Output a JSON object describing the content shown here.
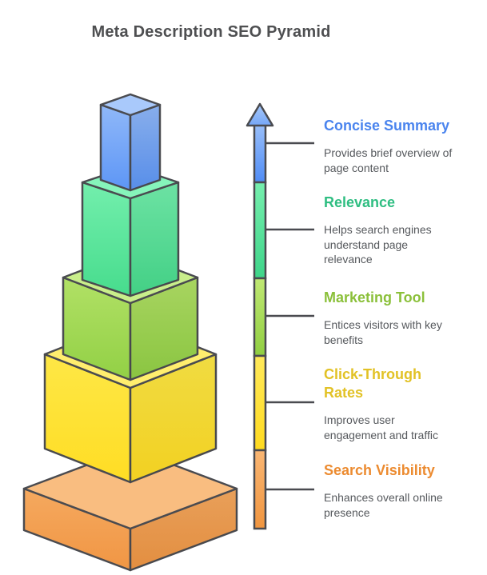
{
  "title": "Meta Description SEO Pyramid",
  "items": [
    {
      "heading": "Concise Summary",
      "heading_color": "#4a84ee",
      "description": "Provides brief overview of\npage content"
    },
    {
      "heading": "Relevance",
      "heading_color": "#2fbe82",
      "description": "Helps search engines\nunderstand page\nrelevance"
    },
    {
      "heading": "Marketing Tool",
      "heading_color": "#8bc03a",
      "description": "Entices visitors with key\nbenefits"
    },
    {
      "heading": "Click-Through\nRates",
      "heading_color": "#e2c226",
      "description": "Improves user\nengagement and traffic"
    },
    {
      "heading": "Search Visibility",
      "heading_color": "#ec8b30",
      "description": "Enhances overall online\npresence"
    }
  ],
  "pyramid": {
    "levels": [
      {
        "name": "concise-summary",
        "top_face": "#a9c9fb",
        "side_light": "#96bcf9",
        "side_dark": "#5d96f6"
      },
      {
        "name": "relevance",
        "top_face": "#86f4bb",
        "side_light": "#79f1b1",
        "side_dark": "#47dc8d"
      },
      {
        "name": "marketing-tool",
        "top_face": "#c9ee8b",
        "side_light": "#b9e56e",
        "side_dark": "#92d045"
      },
      {
        "name": "click-through-rates",
        "top_face": "#ffee6e",
        "side_light": "#fdea4f",
        "side_dark": "#ffdd24"
      },
      {
        "name": "search-visibility",
        "top_face": "#f9bd80",
        "side_light": "#f8b26c",
        "side_dark": "#f09644"
      }
    ],
    "outline_color": "#4a4b50"
  },
  "scale": {
    "segments": [
      {
        "name": "concise-summary",
        "light": "#9fc3fa",
        "dark": "#4f8cf5"
      },
      {
        "name": "relevance",
        "light": "#76efae",
        "dark": "#3ed489"
      },
      {
        "name": "marketing-tool",
        "light": "#c0e873",
        "dark": "#90ce41"
      },
      {
        "name": "click-through-rates",
        "light": "#ffe95a",
        "dark": "#ffda1f"
      },
      {
        "name": "search-visibility",
        "light": "#f9b673",
        "dark": "#f0953f"
      }
    ],
    "arrow_light": "#a9c9fa",
    "arrow_dark": "#6fa3f6"
  }
}
